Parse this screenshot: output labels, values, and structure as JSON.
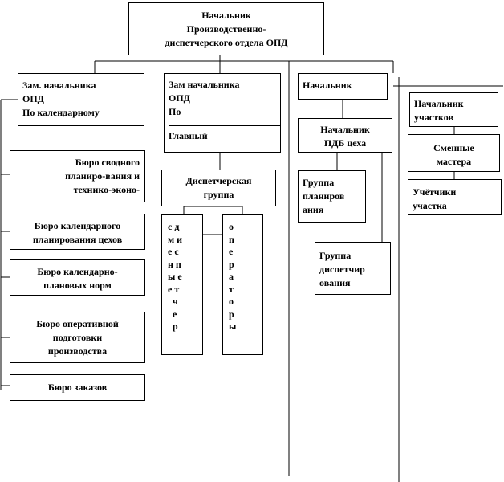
{
  "diagram": {
    "head": "Начальник\nПроизводственно-\nдиспетчерского отдела ОПД",
    "deputy_calendar": "Зам. начальника\nОПД\nПо календарному",
    "deputy_main_top": "Зам начальника\nОПД\nПо",
    "deputy_main_bottom": "Главный",
    "head_right": "Начальник",
    "head_pdb": "Начальник\nПДБ цеха",
    "head_sections": "Начальник\nучастков",
    "shift_masters": "Сменные\nмастера",
    "section_accountants": "Учётчики\nучастка",
    "bureau_summary": "Бюро сводного\nпланиро-вания и\nтехнико-эконо-",
    "bureau_calendar": "Бюро календарного\nпланирования цехов",
    "bureau_norms": "Бюро календарно-\nплановых норм",
    "bureau_operative": "Бюро оперативной\nподготовки\nпроизводства",
    "bureau_orders": "Бюро заказов",
    "dispatch_group": "Диспетчерская\nгруппа",
    "dispatchers_col": "с д\nм и\nе с\nн п\nы е\nе т\n  ч\n  е\n  р",
    "operators_col": "о\nп\nе\nр\nа\nт\nо\nр\nы",
    "planning_group": "Группа\nпланиров\nания",
    "dispatch_group_right": "Группа\nдиспетчир\nования"
  }
}
